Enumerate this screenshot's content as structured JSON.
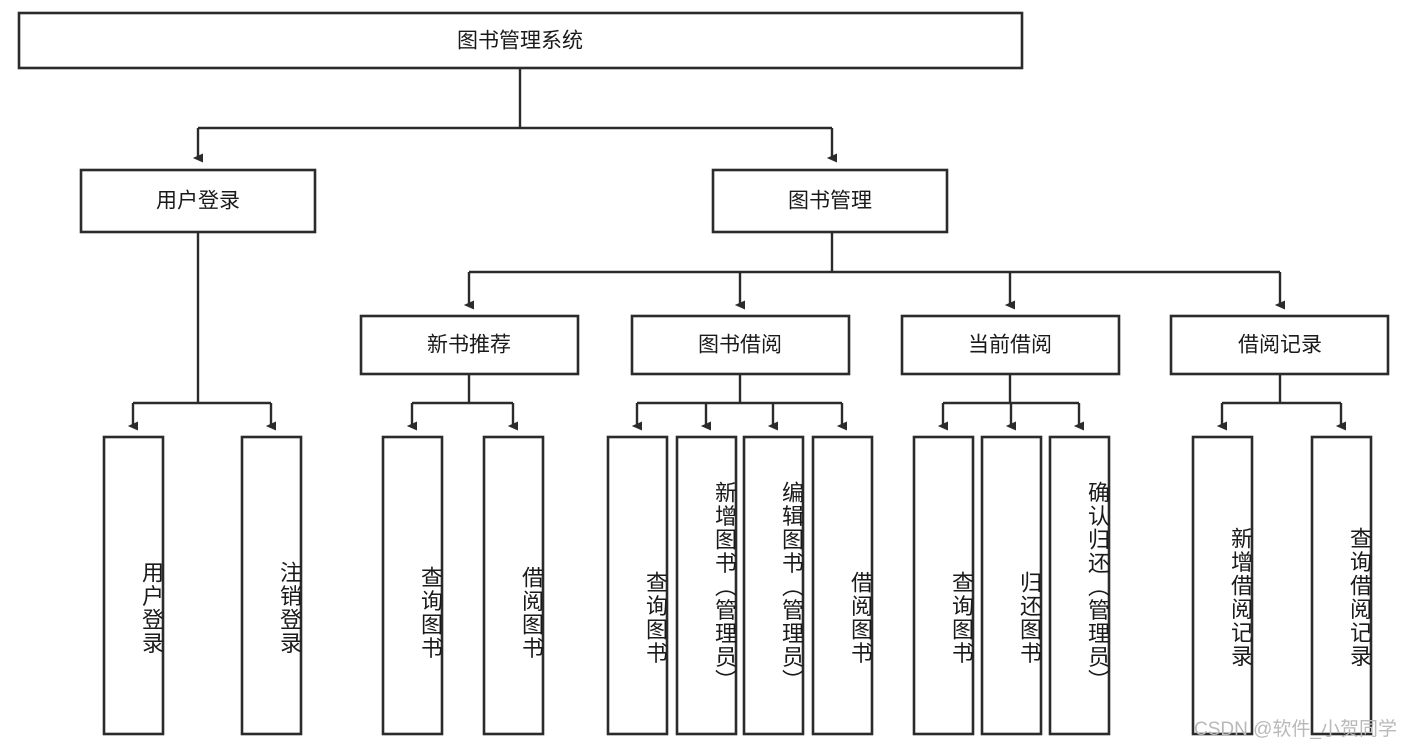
{
  "diagram": {
    "title": "图书管理系统",
    "type": "tree-hierarchy-chart",
    "root": {
      "label": "图书管理系统",
      "level": 1
    },
    "level2": [
      {
        "label": "用户登录"
      },
      {
        "label": "图书管理"
      }
    ],
    "level3": [
      {
        "label": "新书推荐"
      },
      {
        "label": "图书借阅"
      },
      {
        "label": "当前借阅"
      },
      {
        "label": "借阅记录"
      }
    ],
    "leaves": {
      "user_login": [
        {
          "label": "用户登录"
        },
        {
          "label": "注销登录"
        }
      ],
      "new_book_recommend": [
        {
          "label": "查询图书"
        },
        {
          "label": "借阅图书"
        }
      ],
      "book_borrow": [
        {
          "label": "查询图书"
        },
        {
          "label": "新增图书（管理员）"
        },
        {
          "label": "编辑图书（管理员）"
        },
        {
          "label": "借阅图书"
        }
      ],
      "current_borrow": [
        {
          "label": "查询图书"
        },
        {
          "label": "归还图书"
        },
        {
          "label": "确认归还（管理员）"
        }
      ],
      "borrow_record": [
        {
          "label": "新增借阅记录"
        },
        {
          "label": "查询借阅记录"
        }
      ]
    }
  },
  "watermark": {
    "text": "CSDN @软件_小贺同学"
  },
  "colors": {
    "box_stroke": "#2b2b2b",
    "box_fill": "#ffffff",
    "text": "#1a1a1a",
    "watermark": "#b9b9b9",
    "background": "#ffffff"
  }
}
